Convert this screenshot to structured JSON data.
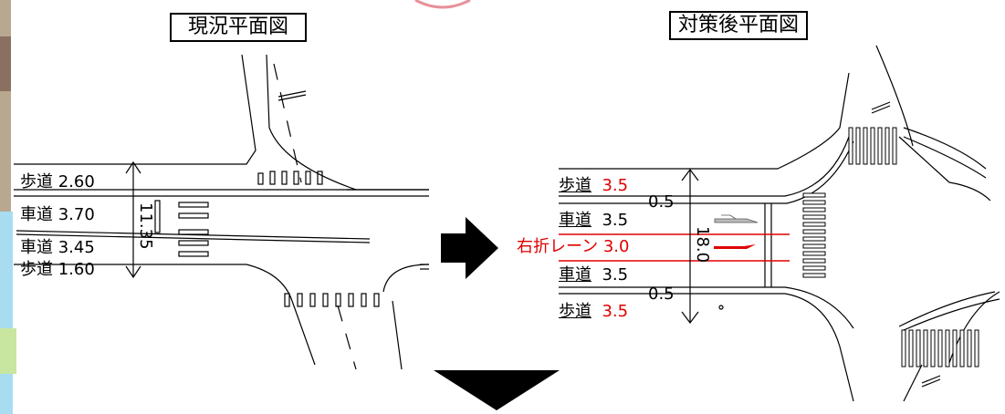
{
  "before": {
    "title": "現況平面図",
    "rows": [
      {
        "name": "歩道",
        "width": "2.60"
      },
      {
        "name": "車道",
        "width": "3.70"
      },
      {
        "name": "車道",
        "width": "3.45"
      },
      {
        "name": "歩道",
        "width": "1.60"
      }
    ],
    "total": "11.35"
  },
  "after": {
    "title": "対策後平面図",
    "rows": [
      {
        "name": "歩道",
        "width": "3.5",
        "highlight": true
      },
      {
        "name": "車道",
        "width": "3.5",
        "highlight": false
      },
      {
        "name": "右折レーン",
        "width": "3.0",
        "highlight": true
      },
      {
        "name": "車道",
        "width": "3.5",
        "highlight": false
      },
      {
        "name": "歩道",
        "width": "3.5",
        "highlight": true
      }
    ],
    "gaps": [
      "0.5",
      "0.5"
    ],
    "total": "18.0"
  },
  "colors": {
    "highlight": "#e00000",
    "arrow": "#000000"
  }
}
